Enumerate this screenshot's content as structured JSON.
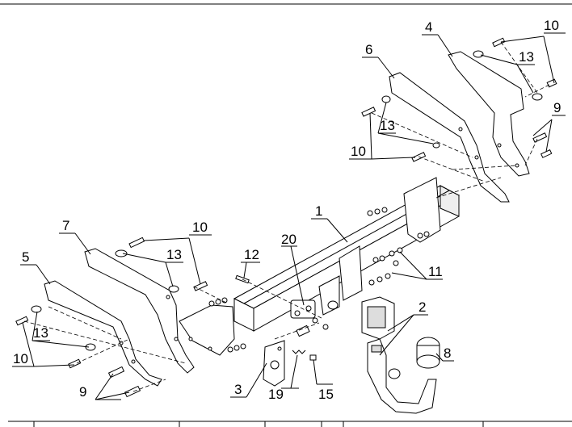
{
  "diagram": {
    "part_labels": [
      "1",
      "2",
      "3",
      "4",
      "5",
      "6",
      "7",
      "8",
      "9",
      "10",
      "11",
      "12",
      "13",
      "15",
      "19",
      "20"
    ],
    "callouts": {
      "c1": "1",
      "c2": "2",
      "c3": "3",
      "c4": "4",
      "c5": "5",
      "c6": "6",
      "c7": "7",
      "c8": "8",
      "c9_right": "9",
      "c9_left": "9",
      "c10_top_right": "10",
      "c10_mid_right": "10",
      "c10_center": "10",
      "c10_left": "10",
      "c11": "11",
      "c12": "12",
      "c13_top_right": "13",
      "c13_mid_right": "13",
      "c13_center": "13",
      "c13_left": "13",
      "c15": "15",
      "c19": "19",
      "c20": "20"
    }
  }
}
